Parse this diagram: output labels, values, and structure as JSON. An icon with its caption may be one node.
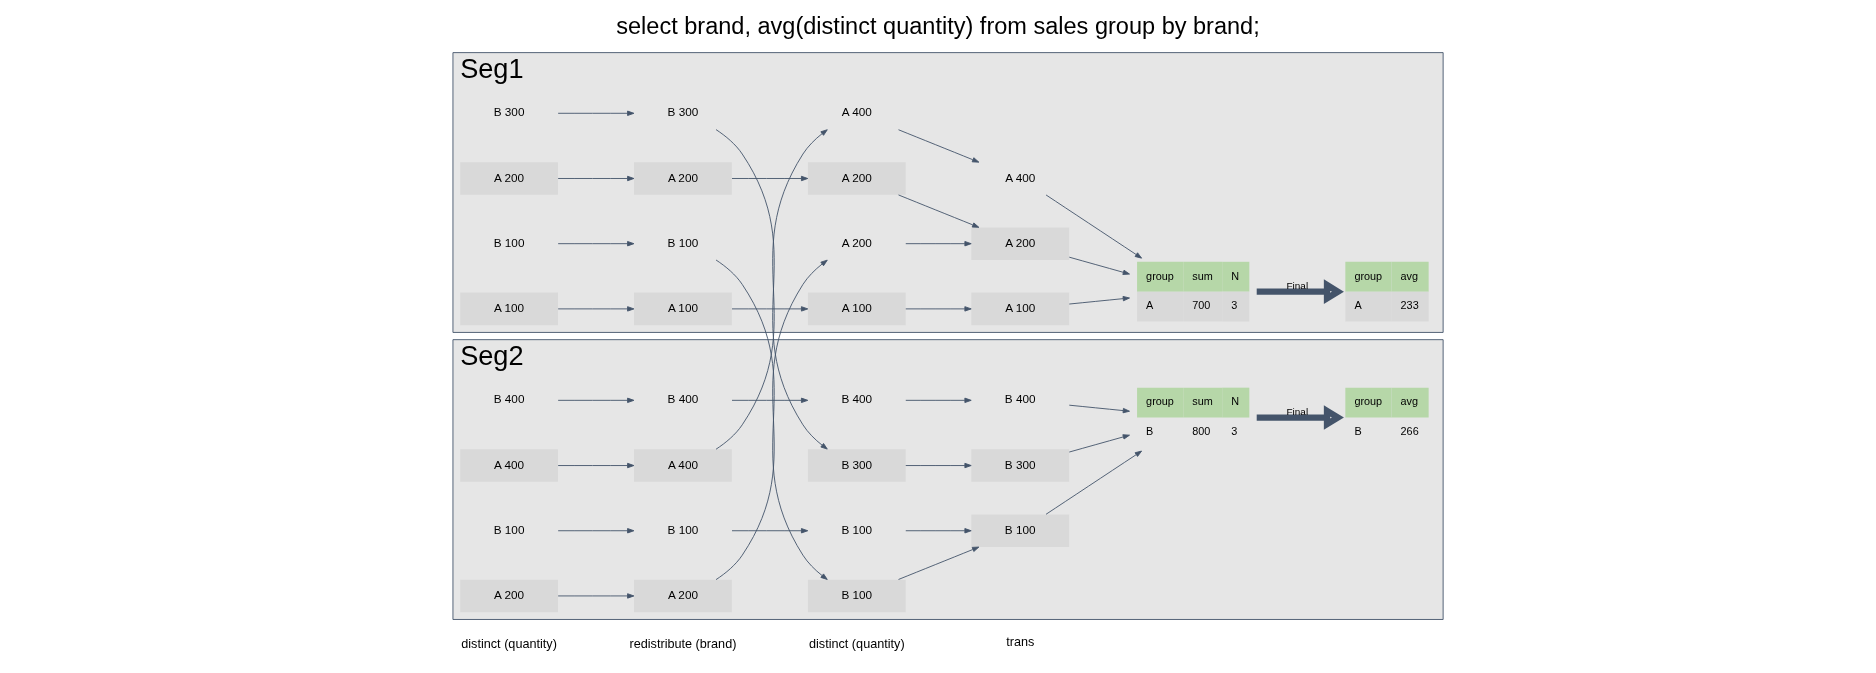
{
  "diagram": {
    "title": "select brand, avg(distinct quantity) from sales group by brand;",
    "nodes": [
      {
        "text": [
          "Seg1"
        ]
      },
      {
        "text": [
          "A 100"
        ],
        "in": 0
      },
      {
        "text": [
          "B 100"
        ],
        "in": 0
      },
      {
        "text": [
          "A 200"
        ],
        "in": 0
      },
      {
        "text": [
          "B 300"
        ],
        "in": 0
      },
      {
        "text": [
          "A 100"
        ],
        "in": 0
      },
      {
        "text": [
          "B 100"
        ],
        "in": 0
      },
      {
        "text": [
          "A 200"
        ],
        "in": 0
      },
      {
        "text": [
          "B 300"
        ],
        "in": 0
      },
      {
        "text": [
          "A 100"
        ],
        "in": 0
      },
      {
        "text": [
          "A 200"
        ],
        "in": 0
      },
      {
        "text": [
          "A 200"
        ],
        "in": 0
      },
      {
        "text": [
          "A 400"
        ],
        "in": 0
      },
      {
        "text": [
          "A 100"
        ],
        "in": 0
      },
      {
        "text": [
          "A 200"
        ],
        "in": 0
      },
      {
        "text": [
          "A 400"
        ],
        "in": 0
      },
      {
        "text": [
          "group",
          "sum",
          "N",
          "A",
          "700",
          "3"
        ],
        "in": 0
      },
      {
        "text": [
          "group",
          "avg",
          "A",
          "233"
        ],
        "in": 0
      },
      {
        "text": [
          "Seg2"
        ]
      },
      {
        "text": [
          "A 200"
        ],
        "in": 18
      },
      {
        "text": [
          "B 100"
        ],
        "in": 18
      },
      {
        "text": [
          "A 400"
        ],
        "in": 18
      },
      {
        "text": [
          "B 400"
        ],
        "in": 18
      },
      {
        "text": [
          "A 200"
        ],
        "in": 18
      },
      {
        "text": [
          "B 100"
        ],
        "in": 18
      },
      {
        "text": [
          "A 400"
        ],
        "in": 18
      },
      {
        "text": [
          "B 400"
        ],
        "in": 18
      },
      {
        "text": [
          "B 100"
        ],
        "in": 18
      },
      {
        "text": [
          "B 100"
        ],
        "in": 18
      },
      {
        "text": [
          "B 300"
        ],
        "in": 18
      },
      {
        "text": [
          "B 400"
        ],
        "in": 18
      },
      {
        "text": [
          "B 100"
        ],
        "in": 18
      },
      {
        "text": [
          "B 300"
        ],
        "in": 18
      },
      {
        "text": [
          "B 400"
        ],
        "in": 18
      },
      {
        "text": [
          "group",
          "sum",
          "N",
          "B",
          "800",
          "3"
        ],
        "in": 18
      },
      {
        "text": [
          "group",
          "avg",
          "B",
          "266"
        ],
        "in": 18
      }
    ],
    "edges": [
      {
        "from": 1,
        "to": 5,
        "arrow": "to"
      },
      {
        "from": 2,
        "to": 6,
        "arrow": "to"
      },
      {
        "from": 3,
        "to": 7,
        "arrow": "to"
      },
      {
        "from": 4,
        "to": 8,
        "arrow": "to"
      },
      {
        "from": 5,
        "to": 9,
        "arrow": "to"
      },
      {
        "from": 6,
        "to": 27,
        "arrow": "to"
      },
      {
        "from": 7,
        "to": 11,
        "arrow": "to"
      },
      {
        "from": 8,
        "to": 29,
        "arrow": "to"
      },
      {
        "from": 9,
        "to": 13,
        "arrow": "to"
      },
      {
        "from": 10,
        "to": 14,
        "arrow": "to"
      },
      {
        "from": 11,
        "to": 14,
        "arrow": "to"
      },
      {
        "from": 12,
        "to": 15,
        "arrow": "to"
      },
      {
        "from": 13,
        "to": 16,
        "arrow": "to"
      },
      {
        "from": 14,
        "to": 16,
        "arrow": "to"
      },
      {
        "from": 15,
        "to": 16,
        "arrow": "to"
      },
      {
        "from": 16,
        "to": 17,
        "arrow": "to",
        "label": "Final",
        "style": "thick"
      },
      {
        "from": 19,
        "to": 23,
        "arrow": "to"
      },
      {
        "from": 20,
        "to": 24,
        "arrow": "to"
      },
      {
        "from": 21,
        "to": 25,
        "arrow": "to"
      },
      {
        "from": 22,
        "to": 26,
        "arrow": "to"
      },
      {
        "from": 23,
        "to": 10,
        "arrow": "to"
      },
      {
        "from": 24,
        "to": 28,
        "arrow": "to"
      },
      {
        "from": 25,
        "to": 12,
        "arrow": "to"
      },
      {
        "from": 26,
        "to": 30,
        "arrow": "to"
      },
      {
        "from": 27,
        "to": 31,
        "arrow": "to"
      },
      {
        "from": 28,
        "to": 31,
        "arrow": "to"
      },
      {
        "from": 29,
        "to": 32,
        "arrow": "to"
      },
      {
        "from": 30,
        "to": 33,
        "arrow": "to"
      },
      {
        "from": 31,
        "to": 34,
        "arrow": "to"
      },
      {
        "from": 32,
        "to": 34,
        "arrow": "to"
      },
      {
        "from": 33,
        "to": 34,
        "arrow": "to"
      },
      {
        "from": 34,
        "to": 35,
        "arrow": "to",
        "label": "Final",
        "style": "thick"
      }
    ],
    "labels": [
      "distinct (quantity)",
      "redistribute (brand)",
      "distinct (quantity)",
      "trans"
    ]
  }
}
